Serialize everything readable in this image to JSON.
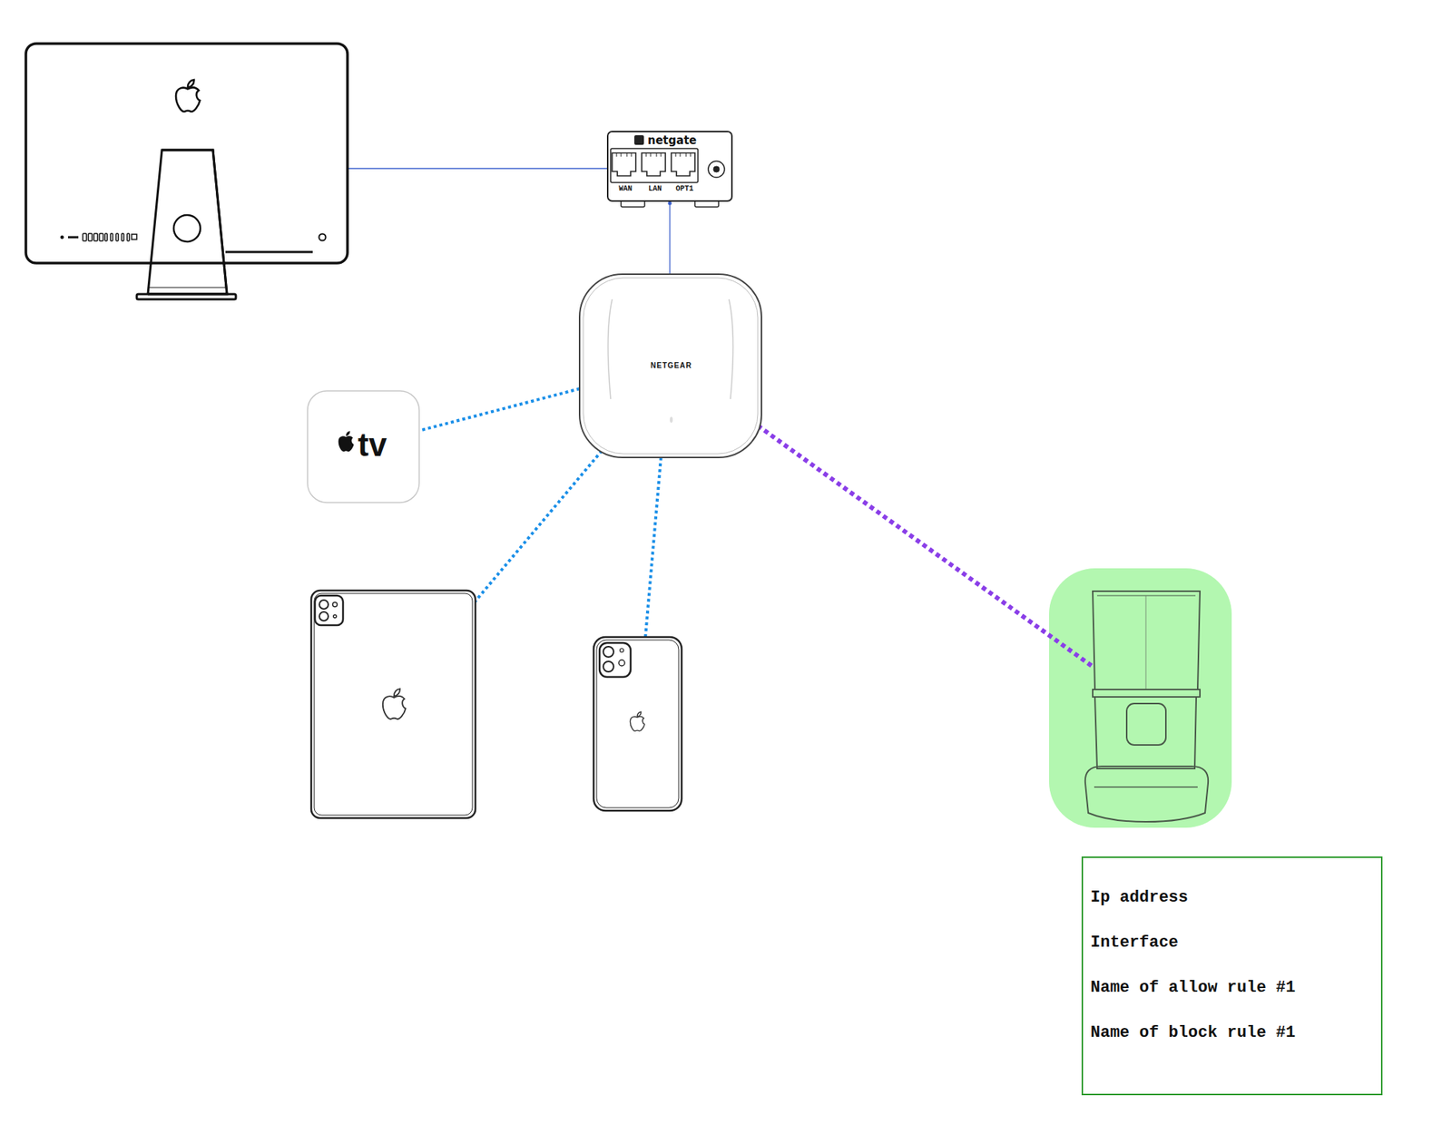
{
  "diagram": {
    "nodes": [
      {
        "text": [
          "Ip address",
          "Interface",
          "Name of allow rule #1",
          "Name of block rule #1"
        ]
      }
    ],
    "labels": [
      "netgate",
      "WAN",
      "LAN",
      "OPT1",
      "NETGEAR",
      "tv"
    ]
  }
}
